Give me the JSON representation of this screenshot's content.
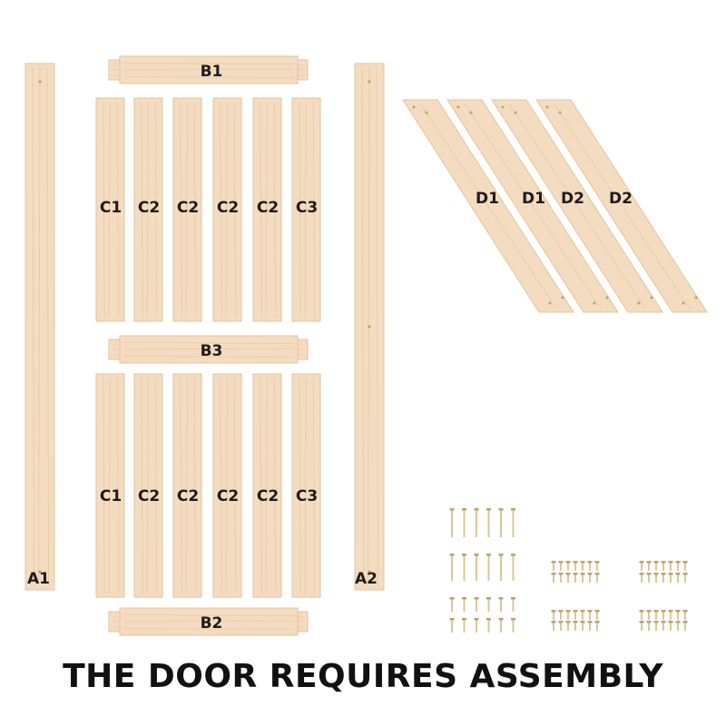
{
  "caption": "THE DOOR REQUIRES ASSEMBLY",
  "colors": {
    "wood": "#f4dcc0",
    "wood_edge": "#e2c39e",
    "wood_grain": "#e6c9a6",
    "screw": "#d8c79a",
    "screw_dark": "#b8a46f",
    "text": "#111111"
  },
  "parts": {
    "a1": "A1",
    "a2": "A2",
    "b1": "B1",
    "b2": "B2",
    "b3": "B3",
    "top_boards": [
      "C1",
      "C2",
      "C2",
      "C2",
      "C2",
      "C3"
    ],
    "bottom_boards": [
      "C1",
      "C2",
      "C2",
      "C2",
      "C2",
      "C3"
    ],
    "diagonals": [
      "D1",
      "D1",
      "D2",
      "D2"
    ]
  }
}
